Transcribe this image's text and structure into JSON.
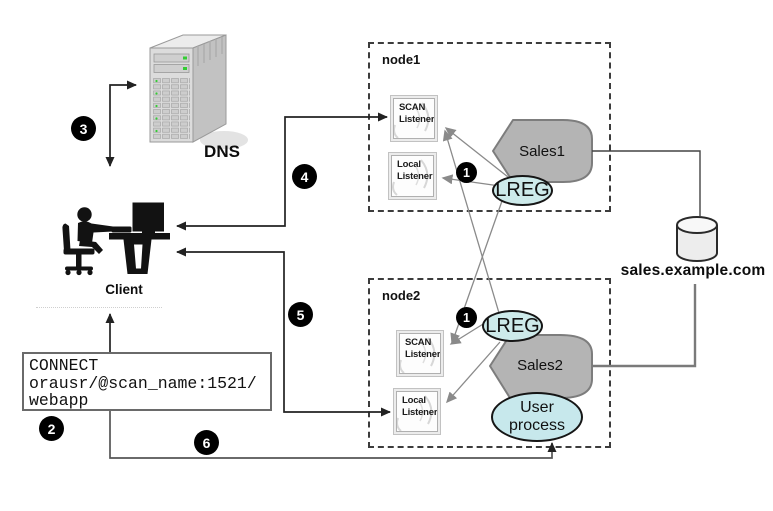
{
  "dns": {
    "label": "DNS"
  },
  "client": {
    "label": "Client"
  },
  "connect_box": {
    "line1": "CONNECT",
    "line2": "orausr/@scan_name:1521/",
    "line3": "webapp"
  },
  "database": {
    "label": "sales.example.com"
  },
  "steps": {
    "one": "1",
    "two": "2",
    "three": "3",
    "four": "4",
    "five": "5",
    "six": "6"
  },
  "nodes": [
    {
      "label": "node1",
      "scan_listener": "SCAN Listener",
      "local_listener": "Local Listener",
      "service": "Sales1",
      "lreg": "LREG"
    },
    {
      "label": "node2",
      "scan_listener": "SCAN Listener",
      "local_listener": "Local Listener",
      "service": "Sales2",
      "lreg": "LREG",
      "user_process": "User process"
    }
  ],
  "colors": {
    "ellipse_fill": "#cdeaea",
    "user_process_fill": "#c7e8ec",
    "hexagon_fill": "#b4b4b4",
    "hexagon_border": "#7d7d7d",
    "badge_background": "#000000",
    "led_green": "#33cc33",
    "registration_arrow_gray": "#8a8a8a"
  }
}
